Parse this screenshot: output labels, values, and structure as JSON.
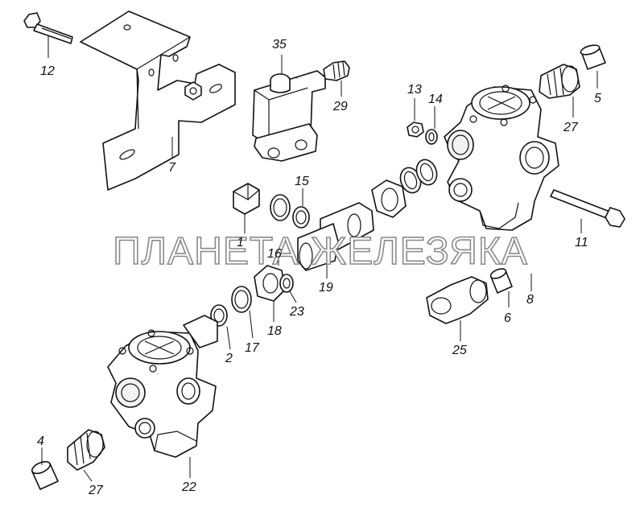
{
  "watermark": "ПЛАНЕТА ЖЕЛЕЗЯКА",
  "callouts": {
    "n1": "1",
    "n2": "2",
    "n4": "4",
    "n5": "5",
    "n6": "6",
    "n7": "7",
    "n8": "8",
    "n11": "11",
    "n12": "12",
    "n13": "13",
    "n14": "14",
    "n15": "15",
    "n16": "16",
    "n17": "17",
    "n18": "18",
    "n19": "19",
    "n22": "22",
    "n23": "23",
    "n25": "25",
    "n27a": "27",
    "n27b": "27",
    "n29": "29",
    "n35": "35"
  }
}
